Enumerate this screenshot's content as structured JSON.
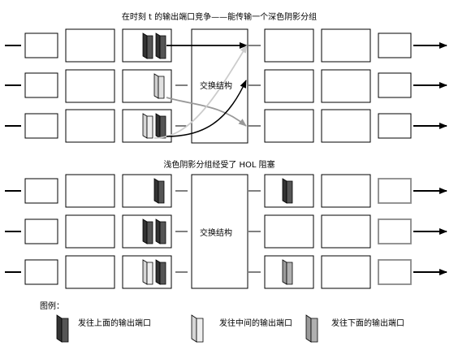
{
  "title_top": "在时刻 t 的输出端口竞争——能传输一个深色阴影分组",
  "title_mid": "浅色阴影分组经受了 HOL 阻塞",
  "switch_label": "交换结构",
  "legend": {
    "title": "图例：",
    "items": [
      {
        "label": "发往上面的输出端口",
        "color": "#555555"
      },
      {
        "label": "发往中间的输出端口",
        "color": "#e6e6e6"
      },
      {
        "label": "发往下面的输出端口",
        "color": "#b0b0b0"
      }
    ]
  },
  "colors": {
    "dark": "#555555",
    "light": "#e6e6e6",
    "medium": "#b0b0b0"
  }
}
